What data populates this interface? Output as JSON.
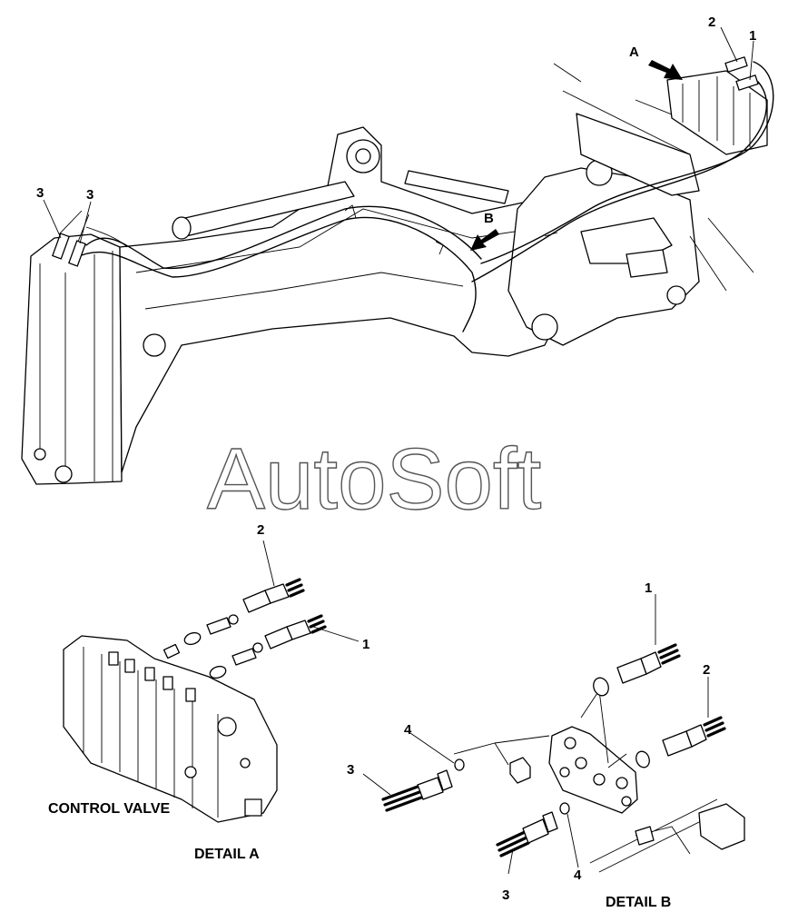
{
  "callouts": {
    "a_arrow": "A",
    "b_arrow": "B",
    "top_2": "2",
    "top_1": "1",
    "left_3a": "3",
    "left_3b": "3",
    "da_2": "2",
    "da_1": "1",
    "db_1": "1",
    "db_2": "2",
    "db_4a": "4",
    "db_3a": "3",
    "db_3b": "3",
    "db_4b": "4"
  },
  "captions": {
    "control_valve": "CONTROL VALVE",
    "detail_a": "DETAIL A",
    "detail_b": "DETAIL B"
  },
  "watermark": "AutoSoft"
}
